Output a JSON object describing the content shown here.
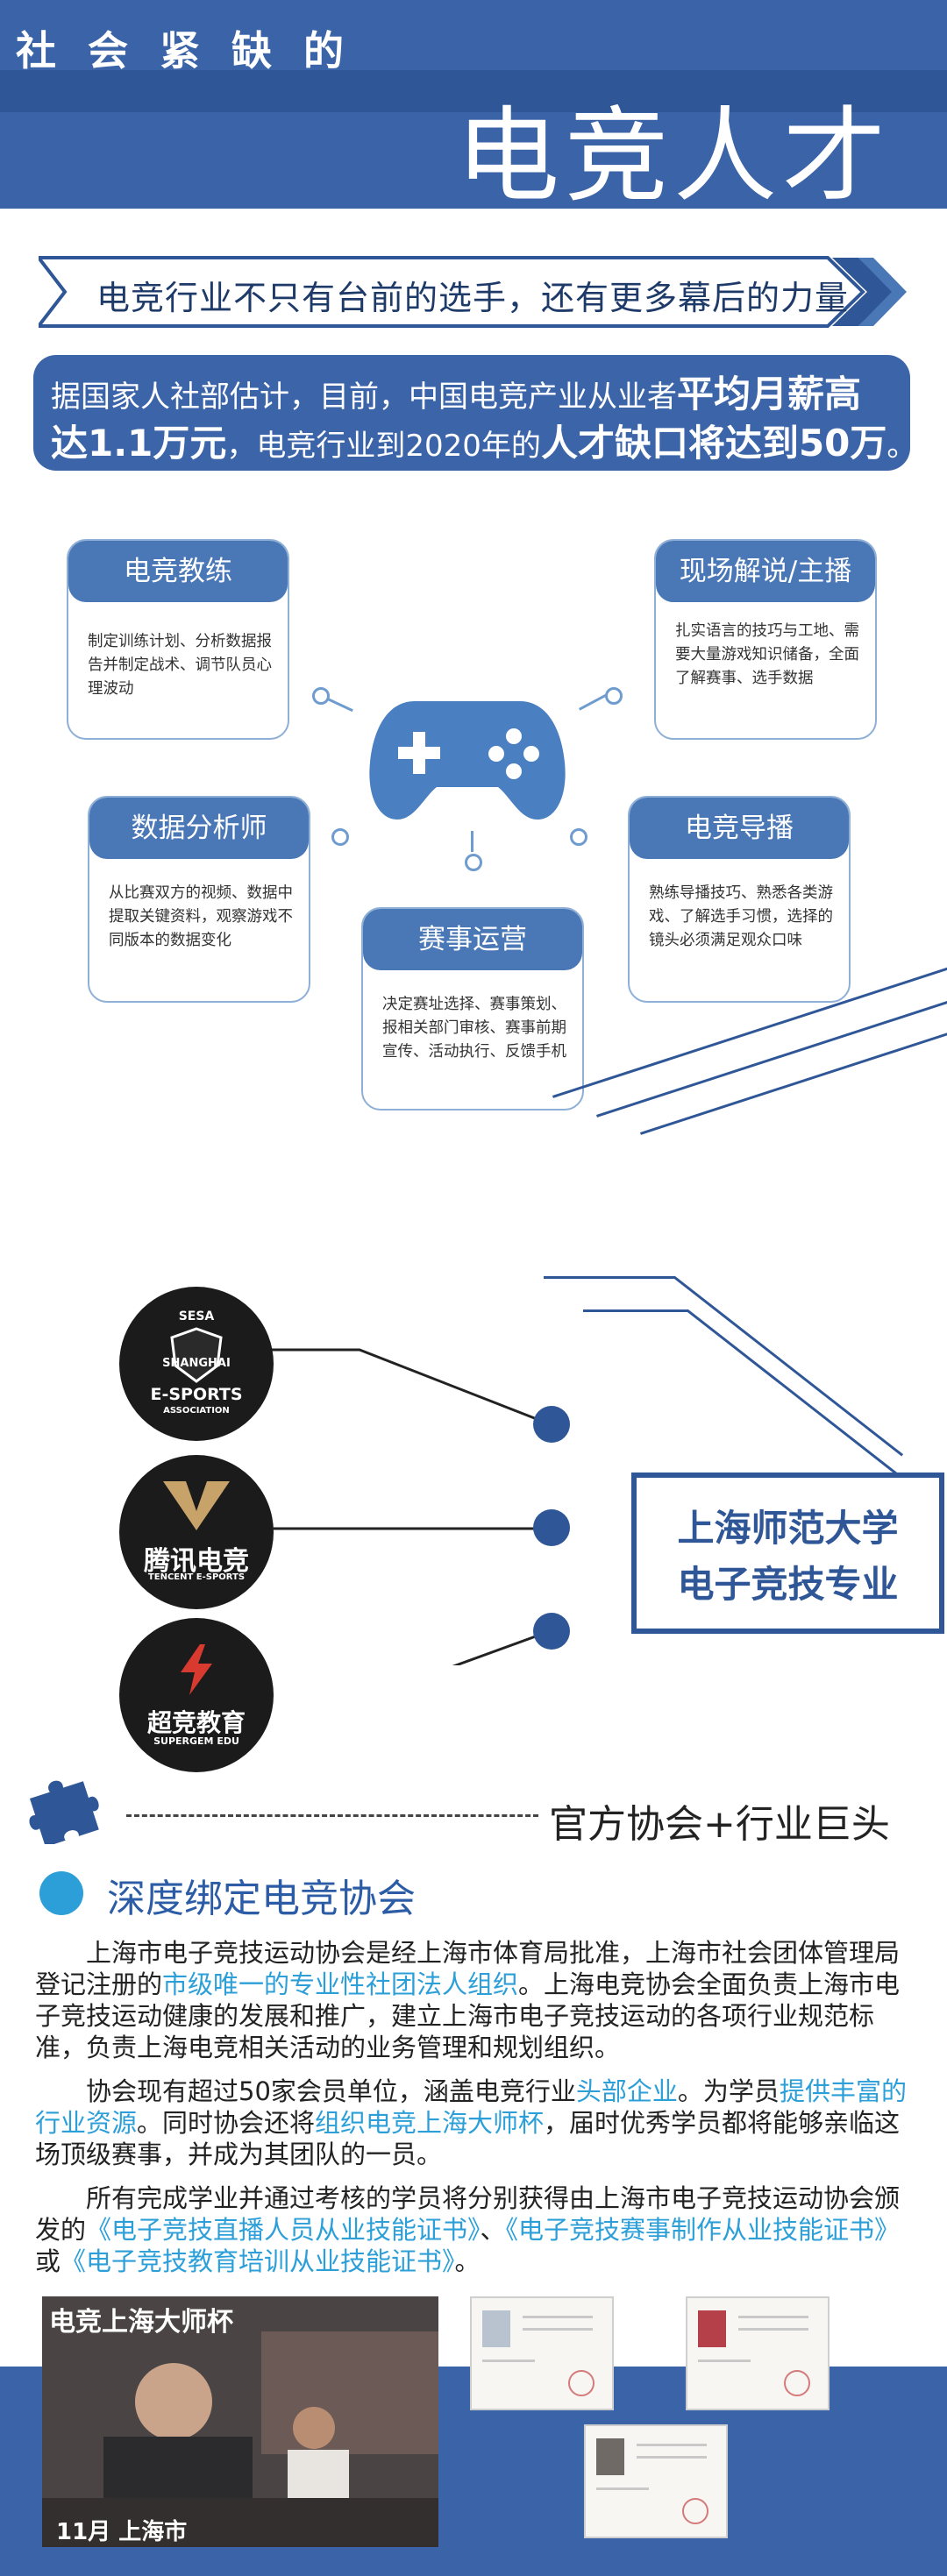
{
  "header": {
    "subtitle": "社会紧缺的",
    "title": "电竞人才"
  },
  "ribbon": {
    "text": "电竞行业不只有台前的选手，还有更多幕后的力量"
  },
  "stat": {
    "l1_a": "据国家人社部估计，目前，中国电竞产业从业者",
    "l1_b": "平均月薪高",
    "l2_a": "达1.1万元",
    "l2_b": "，电竞行业到2020年的",
    "l2_c": "人才缺口将达到50万",
    "l2_d": "。"
  },
  "roles": [
    {
      "title": "电竞教练",
      "desc": "制定训练计划、分析数据报告并制定战术、调节队员心理波动"
    },
    {
      "title": "现场解说/主播",
      "desc": "扎实语言的技巧与工地、需要大量游戏知识储备，全面了解赛事、选手数据"
    },
    {
      "title": "数据分析师",
      "desc": "从比赛双方的视频、数据中提取关键资料，观察游戏不同版本的数据变化"
    },
    {
      "title": "电竞导播",
      "desc": "熟练导播技巧、熟悉各类游戏、了解选手习惯，选择的镜头必须满足观众口味"
    },
    {
      "title": "赛事运营",
      "desc": "决定赛址选择、赛事策划、报相关部门审核、赛事前期宣传、活动执行、反馈手机"
    }
  ],
  "logos": [
    {
      "name": "E-SPORTS",
      "sub": "ASSOCIATION",
      "top": "SESA",
      "mid": "SHANGHAI"
    },
    {
      "name": "腾讯电竞",
      "sub": "TENCENT E-SPORTS"
    },
    {
      "name": "超竞教育",
      "sub": "SUPERGEM EDU"
    }
  ],
  "university": {
    "line1": "上海师范大学",
    "line2": "电子竞技专业"
  },
  "section2": {
    "heading": "官方协会+行业巨头",
    "title": "深度绑定电竞协会",
    "p1_a": "上海市电子竞技运动协会是经上海市体育局批准，上海市社会团体管理局登记注册的",
    "p1_hl": "市级唯一的专业性社团法人组织",
    "p1_b": "。上海电竞协会全面负责上海市电子竞技运动健康的发展和推广，建立上海市电子竞技运动的各项行业规范标准，负责上海电竞相关活动的业务管理和规划组织。",
    "p2_a": "协会现有超过50家会员单位，涵盖电竞行业",
    "p2_hl1": "头部企业",
    "p2_b": "。为学员",
    "p2_hl2": "提供丰富的行业资源",
    "p2_c": "。同时协会还将",
    "p2_hl3": "组织电竞上海大师杯",
    "p2_d": "，届时优秀学员都将能够亲临这场顶级赛事，并成为其团队的一员。",
    "p3_a": "所有完成学业并通过考核的学员将分别获得由上海市电子竞技运动协会颁发的",
    "p3_hl1": "《电子竞技直播人员从业技能证书》",
    "p3_b": "、",
    "p3_hl2": "《电子竞技赛事制作从业技能证书》",
    "p3_c": "或",
    "p3_hl3": "《电子竞技教育培训从业技能证书》",
    "p3_d": "。"
  },
  "photo": {
    "title": "电竞上海大师杯",
    "footer": "11月  上海市"
  },
  "colors": {
    "primary": "#3a63a8",
    "dark": "#2f5797",
    "accent": "#2c9fd8"
  }
}
